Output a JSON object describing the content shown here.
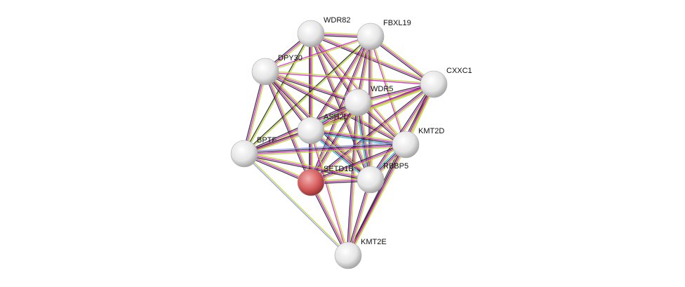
{
  "network": {
    "nodes": [
      {
        "id": "WDR82",
        "color": "#e8e8e8"
      },
      {
        "id": "FBXL19",
        "color": "#e8e8e8"
      },
      {
        "id": "DPY30",
        "color": "#e8e8e8"
      },
      {
        "id": "CXXC1",
        "color": "#e8e8e8"
      },
      {
        "id": "WDR5",
        "color": "#e8e8e8"
      },
      {
        "id": "ASH2L",
        "color": "#e8e8e8"
      },
      {
        "id": "KMT2D",
        "color": "#e8e8e8"
      },
      {
        "id": "BPTF",
        "color": "#e8e8e8"
      },
      {
        "id": "SETD1B",
        "color": "#d45a5a"
      },
      {
        "id": "RBBP5",
        "color": "#e8e8e8"
      },
      {
        "id": "KMT2E",
        "color": "#e8e8e8"
      }
    ],
    "edge_colors": {
      "coexpression": "#222222",
      "textmining": "#b5d91c",
      "experiments": "#d21ad2",
      "databases": "#18b0d6",
      "homology": "#8c8cf0"
    },
    "edges": [
      [
        "WDR82",
        "FBXL19",
        [
          "textmining",
          "experiments",
          "coexpression"
        ]
      ],
      [
        "WDR82",
        "DPY30",
        [
          "textmining",
          "experiments",
          "coexpression"
        ]
      ],
      [
        "WDR82",
        "CXXC1",
        [
          "textmining",
          "experiments",
          "coexpression"
        ]
      ],
      [
        "WDR82",
        "WDR5",
        [
          "textmining",
          "experiments",
          "coexpression"
        ]
      ],
      [
        "WDR82",
        "ASH2L",
        [
          "textmining",
          "experiments",
          "coexpression"
        ]
      ],
      [
        "WDR82",
        "KMT2D",
        [
          "textmining",
          "experiments"
        ]
      ],
      [
        "WDR82",
        "BPTF",
        [
          "textmining",
          "coexpression"
        ]
      ],
      [
        "WDR82",
        "SETD1B",
        [
          "textmining",
          "experiments",
          "coexpression"
        ]
      ],
      [
        "WDR82",
        "RBBP5",
        [
          "textmining",
          "experiments",
          "coexpression"
        ]
      ],
      [
        "FBXL19",
        "DPY30",
        [
          "textmining",
          "experiments"
        ]
      ],
      [
        "FBXL19",
        "CXXC1",
        [
          "textmining",
          "experiments",
          "coexpression"
        ]
      ],
      [
        "FBXL19",
        "WDR5",
        [
          "textmining",
          "experiments",
          "coexpression"
        ]
      ],
      [
        "FBXL19",
        "ASH2L",
        [
          "textmining",
          "experiments",
          "coexpression"
        ]
      ],
      [
        "FBXL19",
        "KMT2D",
        [
          "textmining",
          "experiments"
        ]
      ],
      [
        "FBXL19",
        "BPTF",
        [
          "textmining",
          "coexpression"
        ]
      ],
      [
        "FBXL19",
        "SETD1B",
        [
          "textmining",
          "experiments",
          "coexpression"
        ]
      ],
      [
        "FBXL19",
        "RBBP5",
        [
          "textmining",
          "experiments",
          "coexpression"
        ]
      ],
      [
        "DPY30",
        "CXXC1",
        [
          "textmining",
          "experiments"
        ]
      ],
      [
        "DPY30",
        "WDR5",
        [
          "textmining",
          "experiments",
          "coexpression"
        ]
      ],
      [
        "DPY30",
        "ASH2L",
        [
          "textmining",
          "experiments",
          "coexpression"
        ]
      ],
      [
        "DPY30",
        "KMT2D",
        [
          "textmining",
          "experiments",
          "coexpression"
        ]
      ],
      [
        "DPY30",
        "BPTF",
        [
          "textmining",
          "experiments",
          "coexpression"
        ]
      ],
      [
        "DPY30",
        "SETD1B",
        [
          "textmining",
          "experiments",
          "coexpression"
        ]
      ],
      [
        "DPY30",
        "RBBP5",
        [
          "textmining",
          "experiments",
          "coexpression"
        ]
      ],
      [
        "CXXC1",
        "WDR5",
        [
          "textmining",
          "experiments",
          "coexpression"
        ]
      ],
      [
        "CXXC1",
        "ASH2L",
        [
          "textmining",
          "experiments",
          "coexpression"
        ]
      ],
      [
        "CXXC1",
        "KMT2D",
        [
          "textmining",
          "experiments",
          "coexpression"
        ]
      ],
      [
        "CXXC1",
        "SETD1B",
        [
          "textmining",
          "experiments",
          "coexpression"
        ]
      ],
      [
        "CXXC1",
        "RBBP5",
        [
          "textmining",
          "experiments",
          "coexpression"
        ]
      ],
      [
        "CXXC1",
        "BPTF",
        [
          "textmining",
          "experiments"
        ]
      ],
      [
        "CXXC1",
        "KMT2E",
        [
          "textmining",
          "experiments",
          "coexpression"
        ]
      ],
      [
        "WDR5",
        "ASH2L",
        [
          "textmining",
          "experiments",
          "coexpression",
          "databases"
        ]
      ],
      [
        "WDR5",
        "KMT2D",
        [
          "textmining",
          "experiments",
          "coexpression"
        ]
      ],
      [
        "WDR5",
        "BPTF",
        [
          "textmining",
          "experiments",
          "coexpression"
        ]
      ],
      [
        "WDR5",
        "SETD1B",
        [
          "textmining",
          "experiments",
          "coexpression"
        ]
      ],
      [
        "WDR5",
        "RBBP5",
        [
          "textmining",
          "experiments",
          "coexpression",
          "databases"
        ]
      ],
      [
        "WDR5",
        "KMT2E",
        [
          "textmining",
          "experiments",
          "coexpression"
        ]
      ],
      [
        "ASH2L",
        "KMT2D",
        [
          "textmining",
          "experiments",
          "coexpression",
          "databases"
        ]
      ],
      [
        "ASH2L",
        "BPTF",
        [
          "textmining",
          "experiments",
          "coexpression"
        ]
      ],
      [
        "ASH2L",
        "SETD1B",
        [
          "textmining",
          "experiments",
          "coexpression"
        ]
      ],
      [
        "ASH2L",
        "RBBP5",
        [
          "textmining",
          "experiments",
          "coexpression",
          "databases"
        ]
      ],
      [
        "ASH2L",
        "KMT2E",
        [
          "textmining",
          "experiments"
        ]
      ],
      [
        "KMT2D",
        "BPTF",
        [
          "textmining",
          "experiments",
          "coexpression",
          "homology"
        ]
      ],
      [
        "KMT2D",
        "SETD1B",
        [
          "textmining",
          "experiments",
          "coexpression"
        ]
      ],
      [
        "KMT2D",
        "RBBP5",
        [
          "textmining",
          "experiments",
          "coexpression",
          "databases"
        ]
      ],
      [
        "KMT2D",
        "KMT2E",
        [
          "textmining",
          "experiments",
          "coexpression"
        ]
      ],
      [
        "BPTF",
        "SETD1B",
        [
          "textmining",
          "experiments",
          "coexpression"
        ]
      ],
      [
        "BPTF",
        "RBBP5",
        [
          "textmining",
          "experiments",
          "coexpression"
        ]
      ],
      [
        "BPTF",
        "KMT2E",
        [
          "textmining",
          "homology"
        ]
      ],
      [
        "SETD1B",
        "RBBP5",
        [
          "textmining",
          "experiments",
          "coexpression"
        ]
      ],
      [
        "SETD1B",
        "KMT2E",
        [
          "textmining",
          "experiments",
          "coexpression"
        ]
      ],
      [
        "RBBP5",
        "KMT2E",
        [
          "textmining",
          "experiments",
          "coexpression"
        ]
      ]
    ]
  }
}
